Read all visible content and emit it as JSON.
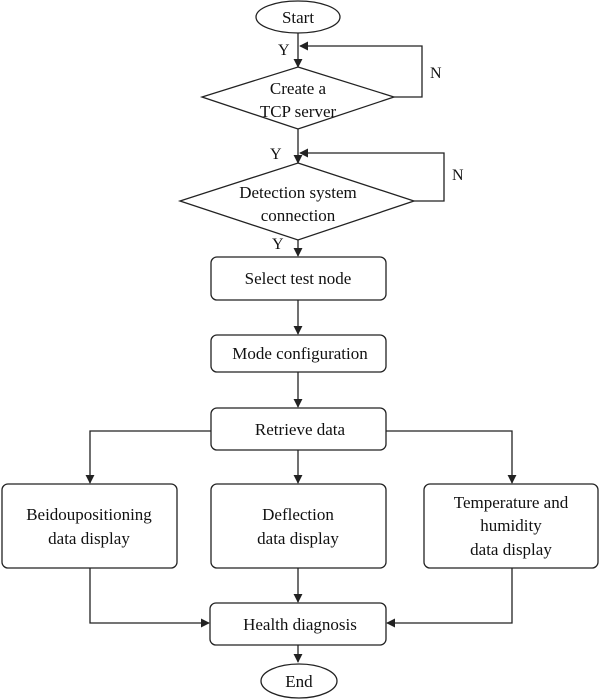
{
  "nodes": {
    "start": "Start",
    "tcp_line1": "Create a",
    "tcp_line2": "TCP server",
    "detect_line1": "Detection system",
    "detect_line2": "connection",
    "select": "Select test node",
    "mode": "Mode configuration",
    "retrieve": "Retrieve data",
    "beidou_line1": "Beidoupositioning",
    "beidou_line2": "data display",
    "deflection_line1": "Deflection",
    "deflection_line2": "data display",
    "temp_line1": "Temperature and",
    "temp_line2": "humidity",
    "temp_line3": "data display",
    "health": "Health diagnosis",
    "end": "End"
  },
  "edge_labels": {
    "yes": "Y",
    "no": "N"
  }
}
